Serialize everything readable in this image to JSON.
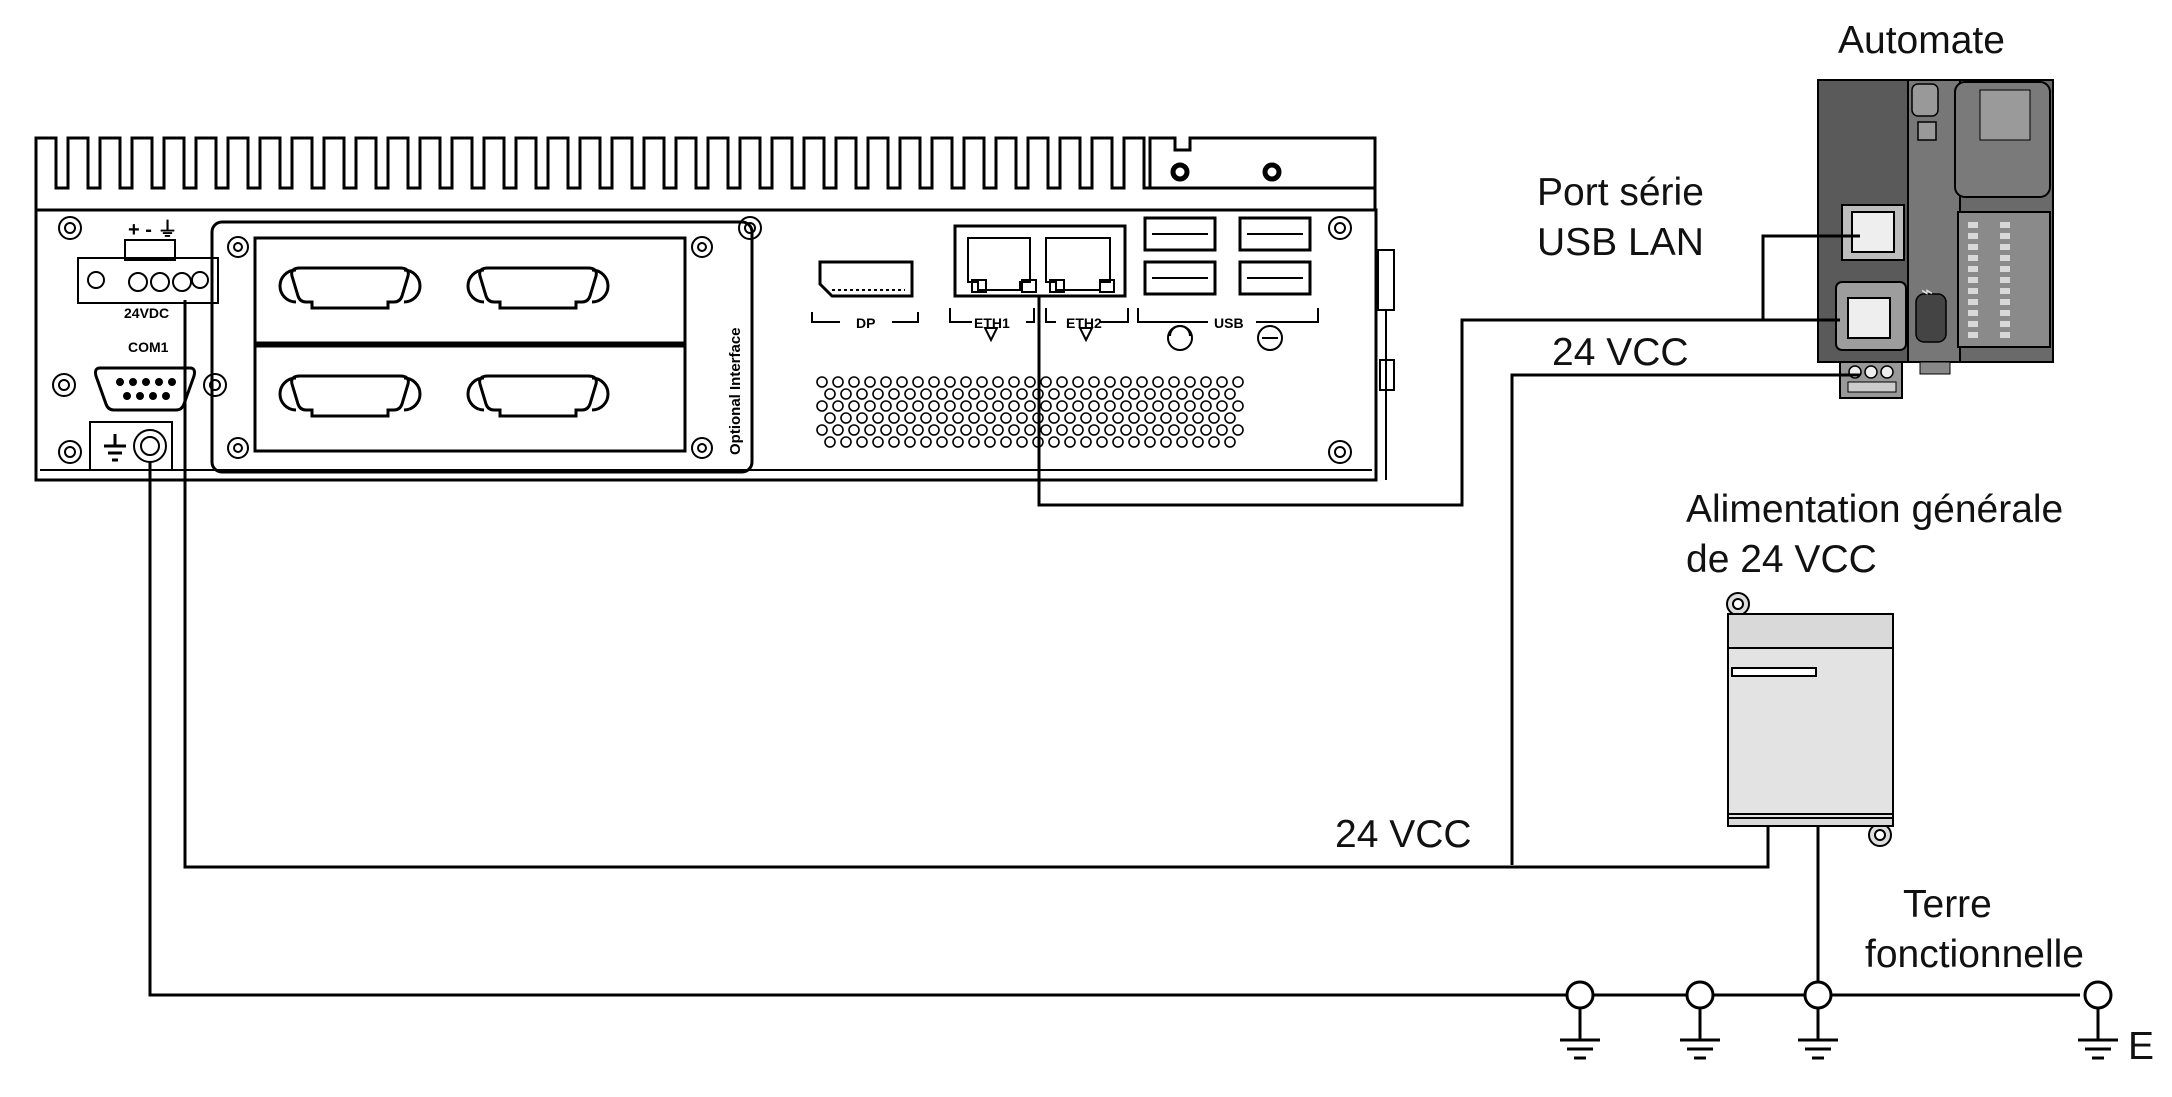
{
  "labels": {
    "plc": "Automate",
    "ports": [
      "Port série",
      "USB LAN"
    ],
    "vcc_top": "24 VCC",
    "vcc_bottom": "24 VCC",
    "psu": [
      "Alimentation générale",
      "de 24 VCC"
    ],
    "earth": [
      "Terre",
      "fonctionnelle"
    ],
    "earth_letter": "E"
  },
  "device_labels": {
    "power_polarity": "+ - ⏚",
    "power_rating": "24VDC",
    "com": "COM1",
    "dp": "DP",
    "eth1": "ETH1",
    "eth2": "ETH2",
    "usb": "USB",
    "optional": "Optional Interface"
  }
}
